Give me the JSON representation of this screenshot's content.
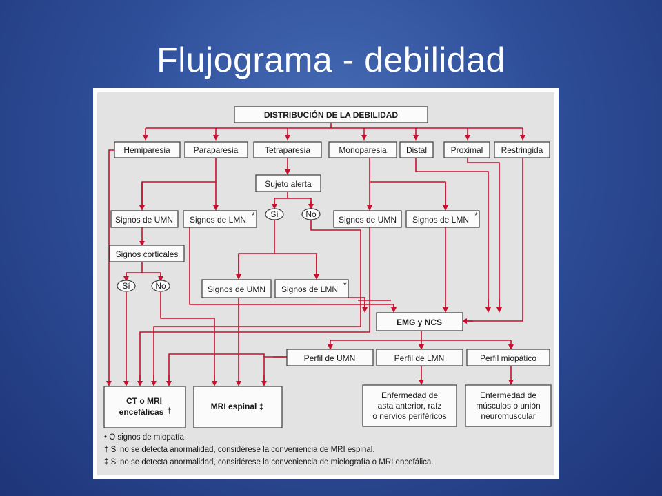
{
  "slide": {
    "title": "Flujograma - debilidad"
  },
  "nodes": {
    "root": "DISTRIBUCIÓN DE LA DEBILIDAD",
    "hemiparesia": "Hemiparesia",
    "paraparesia": "Paraparesia",
    "tetraparesia": "Tetraparesia",
    "monoparesia": "Monoparesia",
    "distal": "Distal",
    "proximal": "Proximal",
    "restringida": "Restringida",
    "sujeto_alerta": "Sujeto alerta",
    "si": "Sí",
    "no": "No",
    "signos_umn": "Signos de UMN",
    "signos_lmn": "Signos de LMN",
    "asterisk": "*",
    "signos_corticales": "Signos corticales",
    "emg_ncs": "EMG y NCS",
    "perfil_umn": "Perfil de UMN",
    "perfil_lmn": "Perfil de LMN",
    "perfil_miopatico": "Perfil miopático",
    "ct_mri_line1": "CT o MRI",
    "ct_mri_line2": "encefálicas",
    "dagger": "†",
    "mri_espinal": "MRI espinal",
    "double_dagger": "‡",
    "enf_asta_1": "Enfermedad de",
    "enf_asta_2": "asta anterior, raíz",
    "enf_asta_3": "o nervios periféricos",
    "enf_musc_1": "Enfermedad de",
    "enf_musc_2": "músculos o unión",
    "enf_musc_3": "neuromuscular"
  },
  "footnotes": [
    "• O signos de miopatía.",
    "† Si no se detecta anormalidad, considérese la conveniencia de MRI espinal.",
    "‡ Si no se detecta anormalidad, considérese la conveniencia de mielografía o MRI encefálica."
  ],
  "colors": {
    "background": "#2f4f9a",
    "arrow": "#c8102e",
    "panel": "#e3e3e3"
  }
}
